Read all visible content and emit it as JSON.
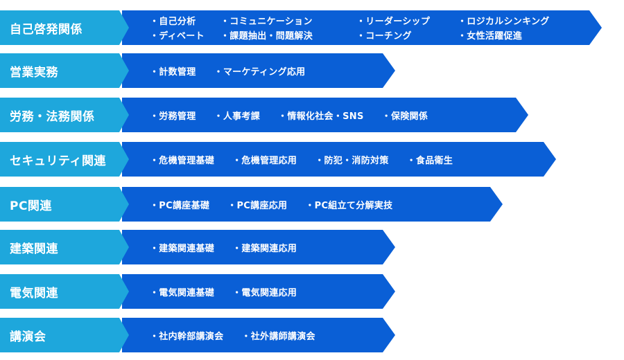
{
  "rows": [
    {
      "category": "自己啓発関係",
      "items": [
        "・自己分析",
        "・コミュニケーション",
        "・リーダーシップ",
        "・ロジカルシンキング",
        "・ディベート",
        "・課題抽出・問題解決",
        "・コーチング",
        "・女性活躍促進"
      ]
    },
    {
      "category": "営業実務",
      "items": [
        "・計数管理",
        "・マーケティング応用"
      ]
    },
    {
      "category": "労務・法務関係",
      "items": [
        "・労務管理",
        "・人事考課",
        "・情報化社会・SNS",
        "・保険関係"
      ]
    },
    {
      "category": "セキュリティ関連",
      "items": [
        "・危機管理基礎",
        "・危機管理応用",
        "・防犯・消防対策",
        "・食品衛生"
      ]
    },
    {
      "category": "PC関連",
      "items": [
        "・PC講座基礎",
        "・PC講座応用",
        "・PC組立て分解実技"
      ]
    },
    {
      "category": "建築関連",
      "items": [
        "・建築関連基礎",
        "・建築関連応用"
      ]
    },
    {
      "category": "電気関連",
      "items": [
        "・電気関連基礎",
        "・電気関連応用"
      ]
    },
    {
      "category": "講演会",
      "items": [
        "・社内幹部講演会",
        "・社外講師講演会"
      ]
    }
  ],
  "colors": {
    "category_fill": "#1ea7dc",
    "band_fill": "#0a5fd6",
    "text": "#ffffff"
  }
}
